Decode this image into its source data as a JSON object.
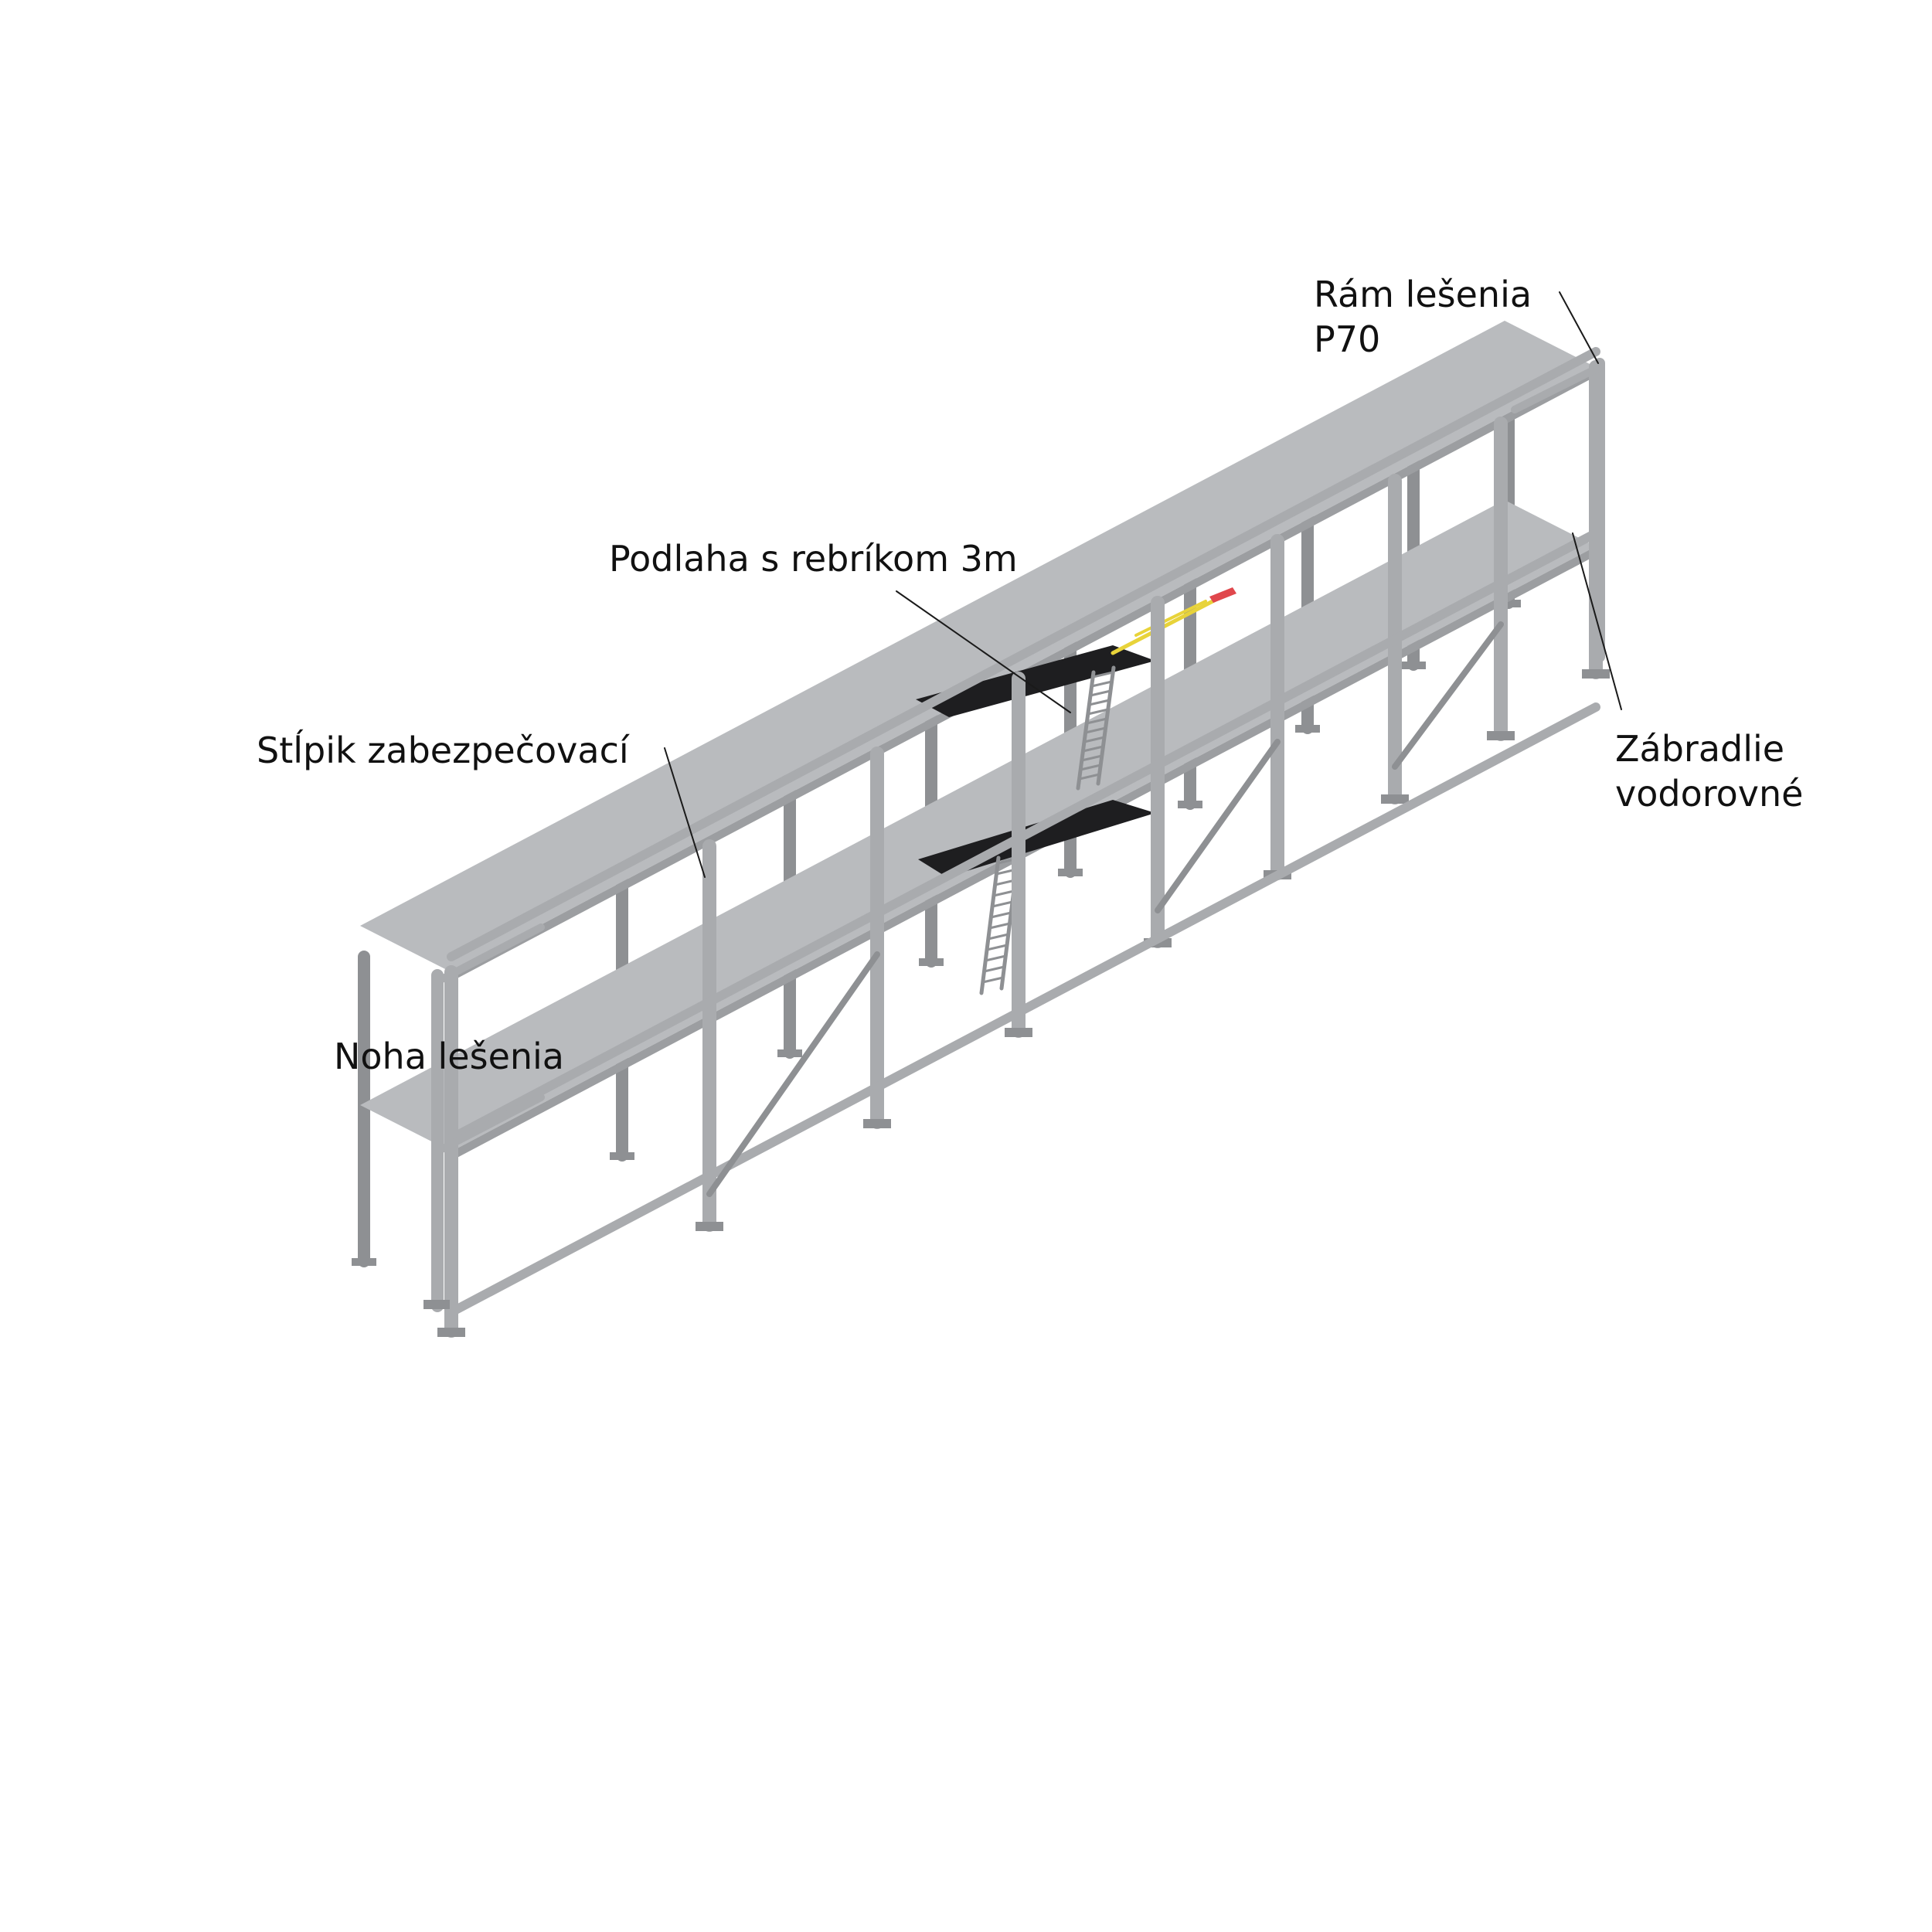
{
  "labels": {
    "ram_line1": "Rám lešenia",
    "ram_line2": "P70",
    "podlaha": "Podlaha s rebríkom 3m",
    "stlpik": "Stĺpik zabezpečovací",
    "zabradlie_line1": "Zábradlie",
    "zabradlie_line2": "vodorovné",
    "noha": "Noha lešenia"
  },
  "colors": {
    "background": "#ffffff",
    "frame": "#a9abae",
    "frame_dark": "#8e9093",
    "deck_top": "#b9bbbe",
    "deck_side": "#9c9ea1",
    "hatch_deck": "#1e1e20",
    "leader_line": "#1a1a1a",
    "accent_yellow": "#e8d33a",
    "accent_red": "#e0474c"
  }
}
